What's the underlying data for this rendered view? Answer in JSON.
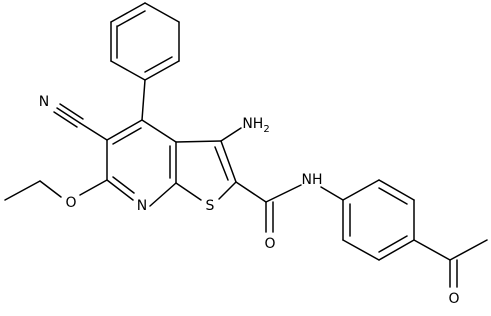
{
  "labels": {
    "nitrile_n": "N",
    "amino": "NH",
    "amino_sub": "2",
    "pyridine_n": "N",
    "thiophene_s": "S",
    "ether_o": "O",
    "amide_o": "O",
    "amide_nh": "NH",
    "acetyl_o": "O"
  },
  "colors": {
    "bond": "#000000",
    "text": "#000000",
    "background": "#ffffff"
  }
}
